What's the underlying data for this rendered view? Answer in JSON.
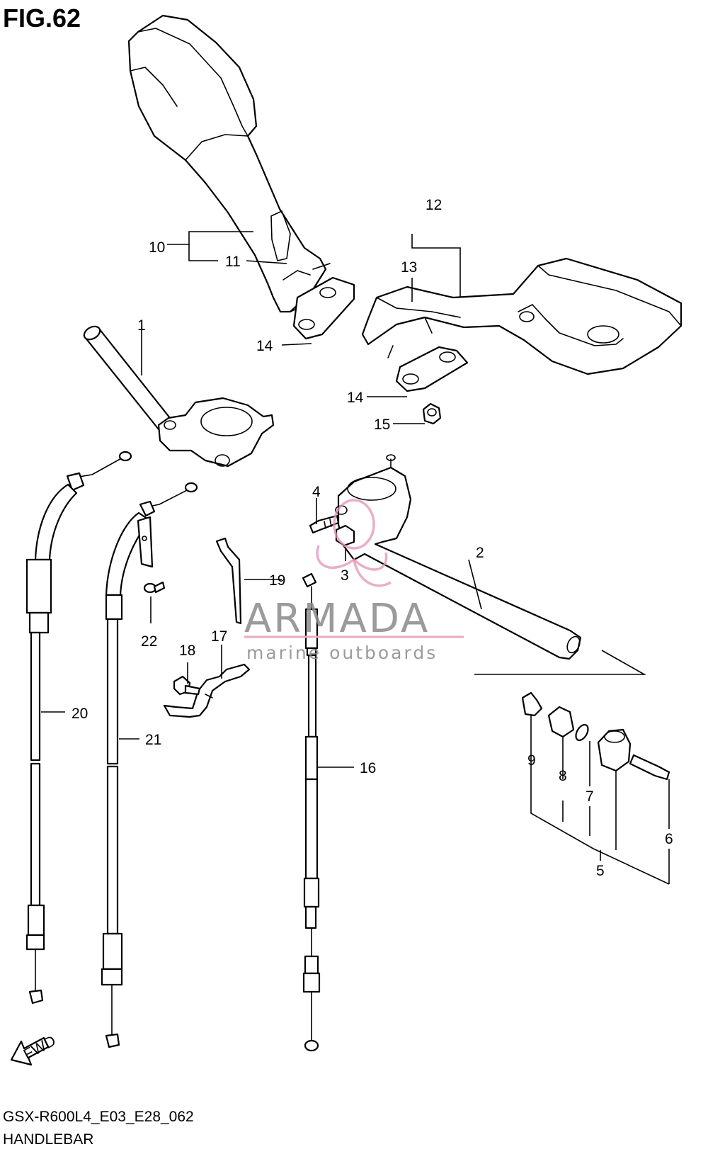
{
  "figure": {
    "title": "FIG.62",
    "code": "GSX-R600L4_E03_E28_062",
    "name": "HANDLEBAR"
  },
  "fwd_label": "FWD",
  "watermark": {
    "brand": "ARMADA",
    "tagline": "marine outboards",
    "accent_color": "#e393b8"
  },
  "callouts": [
    "1",
    "2",
    "3",
    "4",
    "5",
    "6",
    "7",
    "8",
    "9",
    "10",
    "11",
    "12",
    "13",
    "14",
    "14",
    "15",
    "16",
    "17",
    "18",
    "19",
    "20",
    "21",
    "22"
  ]
}
